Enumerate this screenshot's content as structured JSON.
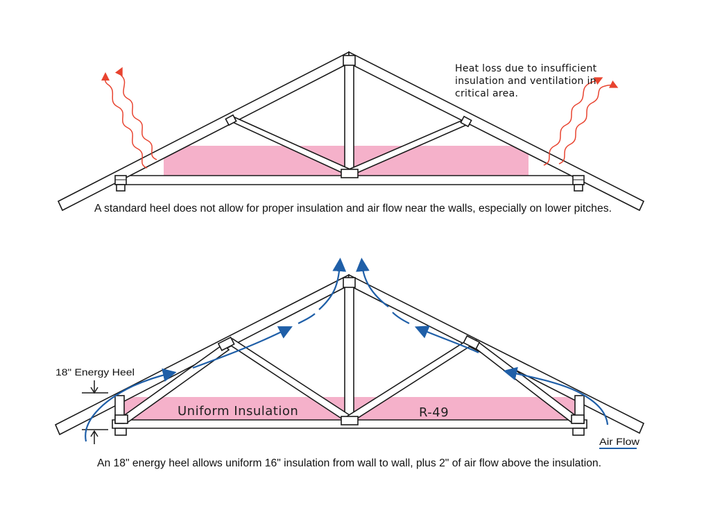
{
  "top_diagram": {
    "heat_note_lines": [
      "Heat loss due to insufficient",
      "insulation and ventilation in",
      "critical area."
    ],
    "caption": "A standard heel does not allow for proper insulation and air flow near the walls, especially on lower pitches."
  },
  "bottom_diagram": {
    "energy_heel_label": "18\" Energy Heel",
    "insulation_label": "Uniform Insulation",
    "r_value_label": "R-49",
    "air_flow_label": "Air Flow",
    "caption": "An 18\" energy heel allows uniform 16\" insulation from wall to wall, plus 2\" of air flow above the insulation."
  },
  "colors": {
    "insulation": "#f4a9c4",
    "heat_arrows": "#e8432f",
    "air_flow": "#1f5fa8",
    "lines": "#1a1a1a"
  }
}
